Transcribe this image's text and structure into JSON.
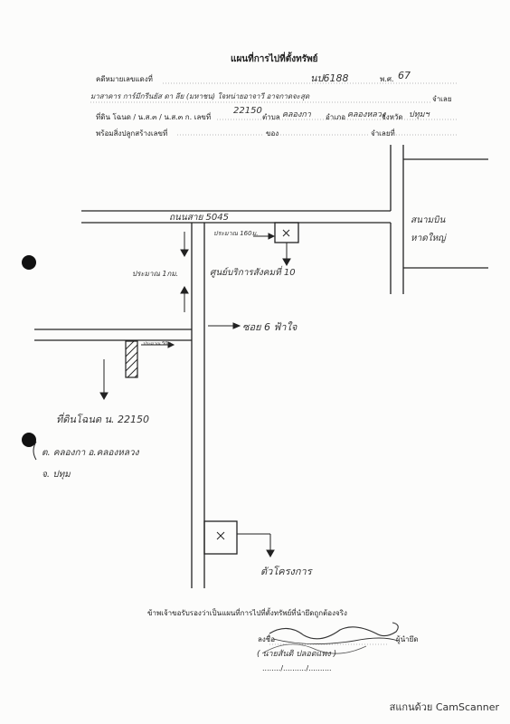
{
  "title": "แผนที่การไปที่ตั้งทรัพย์",
  "header_lines": {
    "line1_label": "คดีหมายเลขแดงที่",
    "line1_case_no": "นป6188",
    "line1_year_label": "พ.ศ.",
    "line1_year": "67",
    "line2_text": "มาสาคาร การ์มีกรีนยัส ดา ลีย (มหาชน) ใจหน่ายอาจาวี อาจกาดจะสุด",
    "line2_suffix": "จำเลย",
    "line3_label": "ที่ดิน โฉนด / น.ส.๓ / น.ส.๓ ก. เลขที่",
    "line3_number": "22150",
    "line3_tambon_label": "ตำบล",
    "line3_tambon": "คลองกา",
    "line3_amphoe_label": "อำเภอ",
    "line3_amphoe": "คลองหลวง",
    "line3_province_label": "จังหวัด",
    "line3_province": "ปทุมฯ",
    "line4_label": "พร้อมสิ่งปลูกสร้างเลขที่",
    "line4_unit_label": "ของ",
    "line4_suffix": "จำเลยที่"
  },
  "map": {
    "road_main": "ถนนสาย 5045",
    "distance_top": "ประมาณ 160ม.",
    "temple": "สนามบิน หาดใหญ่",
    "landmark": "ศูนย์บริการสังคมที่ 10",
    "distance_side": "ประมาณ 1กม.",
    "soi": "ซอย 6 ฟ้าใจ",
    "soi_distance": "ประมาณ 50ม.",
    "parcel": "ที่ดินโฉนด น. 22150",
    "location_line1": "ต. คลองกา อ.คลองหลวง",
    "location_line2": "จ. ปทุม",
    "target_label": "ตัวโครงการ"
  },
  "certification": {
    "statement": "ข้าพเจ้าขอรับรองว่าเป็นแผนที่การไปที่ตั้งทรัพย์ที่นำยึดถูกต้องจริง",
    "sign_label": "ลงชื่อ",
    "sign_role": "ผู้นำยึด",
    "name_handwritten": "( นายสันติ ปลอดแพง )",
    "date_line": "......../........../.........."
  },
  "footer": "สแกนด้วย CamScanner"
}
